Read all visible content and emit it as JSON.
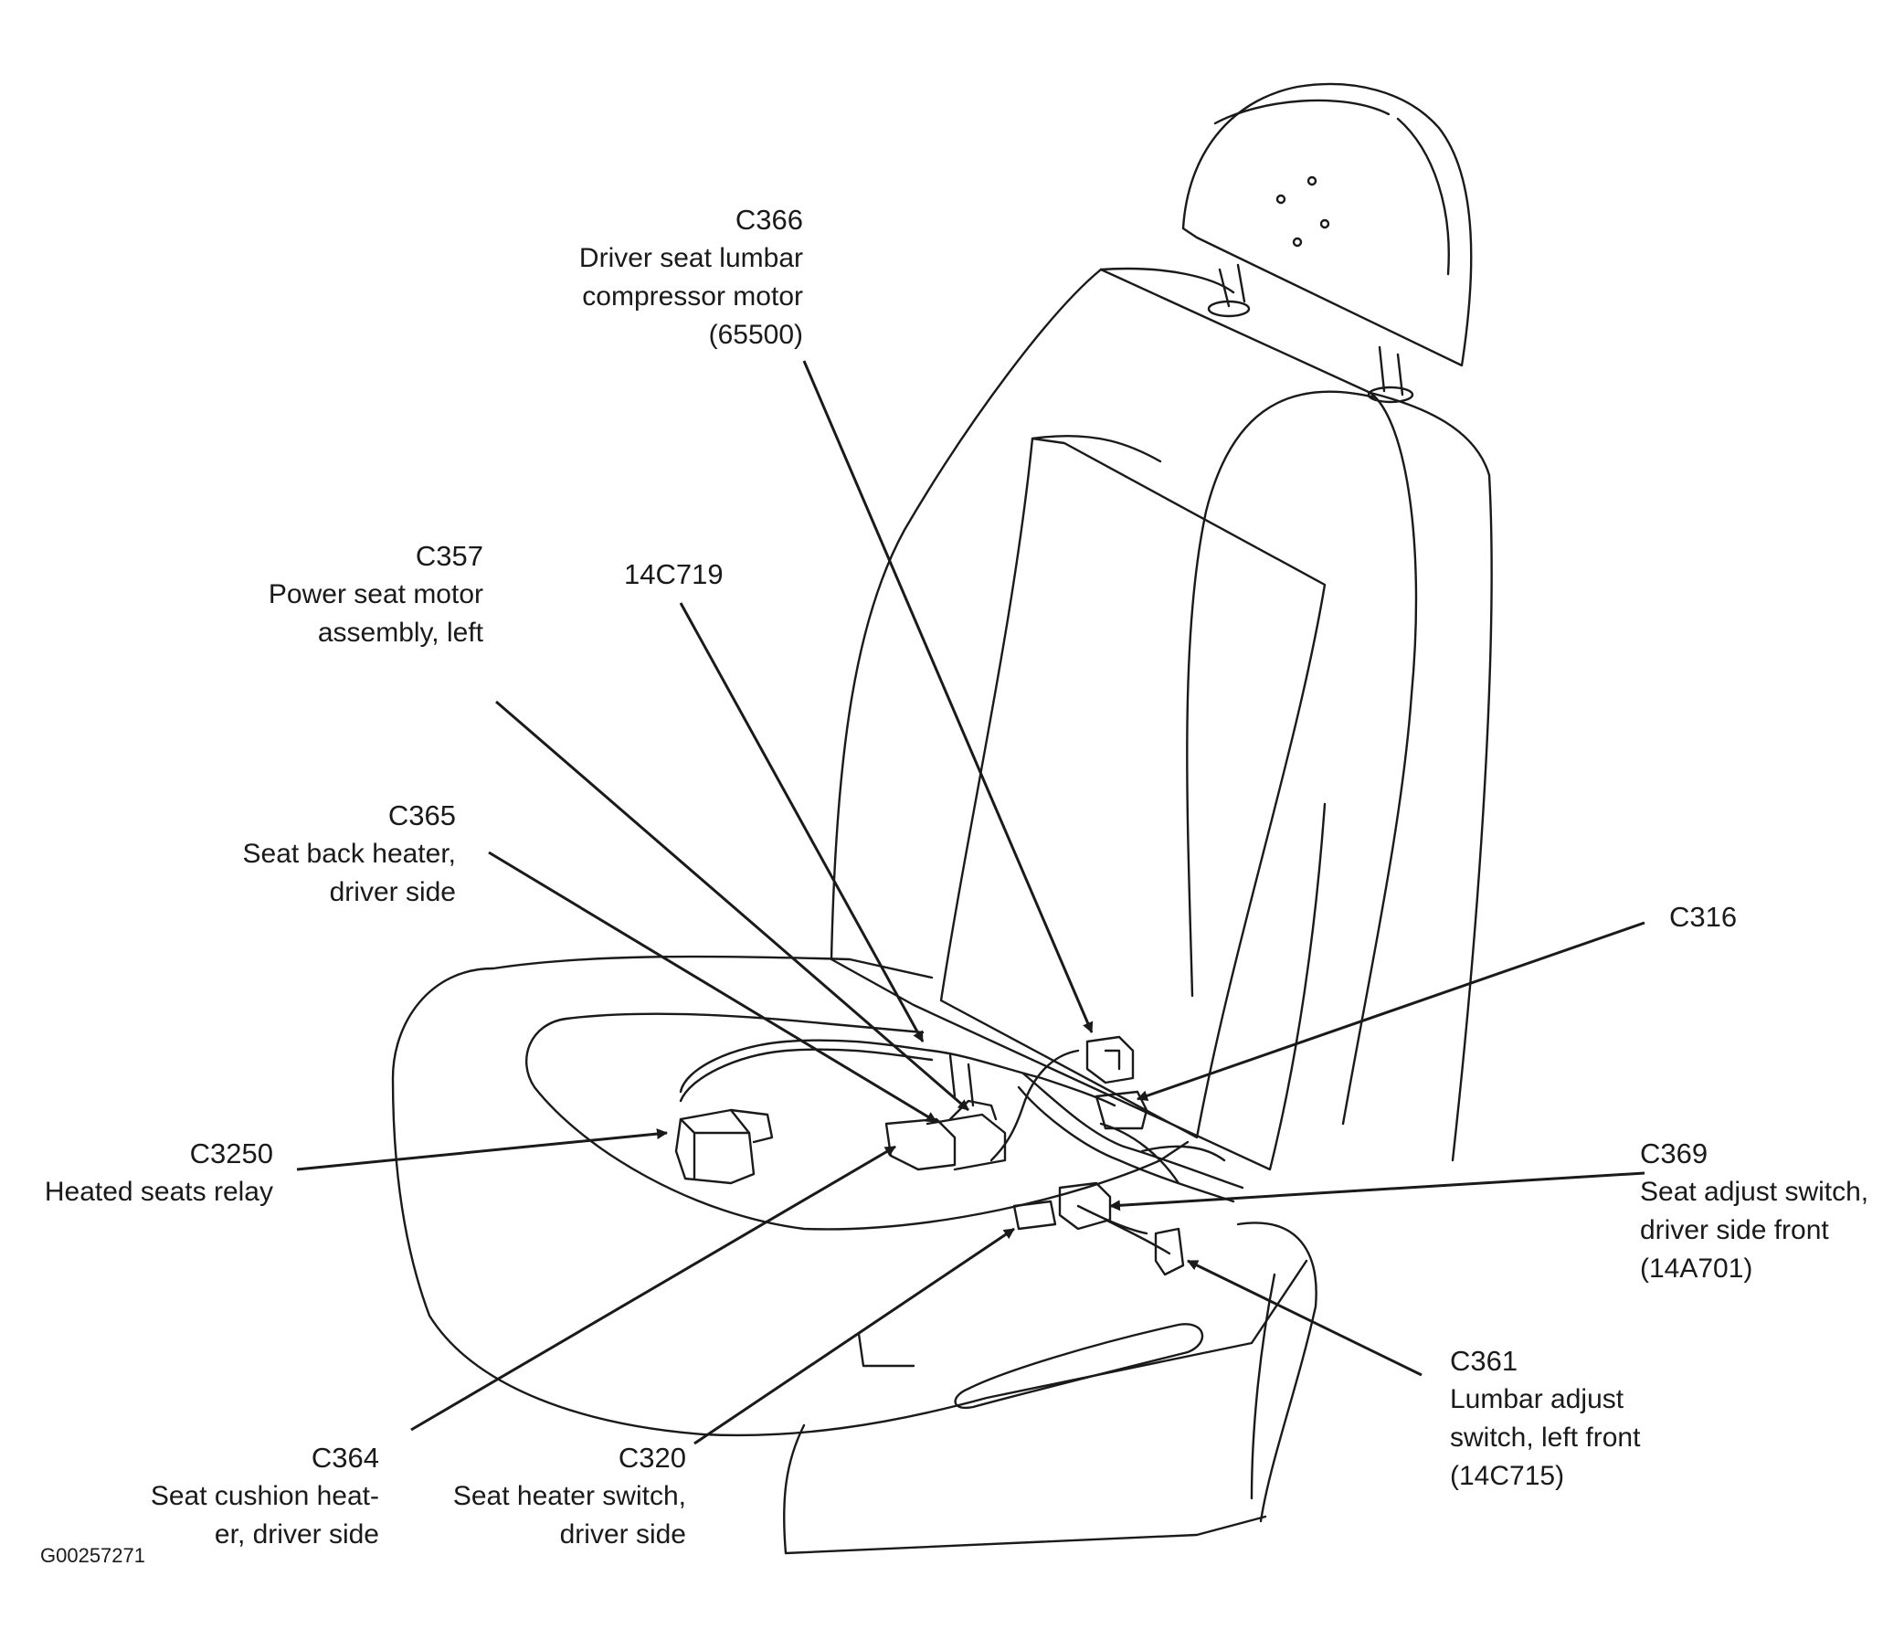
{
  "callouts": {
    "c366": {
      "code": "C366",
      "desc1": "Driver seat lumbar",
      "desc2": "compressor motor",
      "desc3": "(65500)"
    },
    "c357": {
      "code": "C357",
      "desc1": "Power seat motor",
      "desc2": "assembly, left"
    },
    "p14c719": {
      "code": "14C719"
    },
    "c365": {
      "code": "C365",
      "desc1": "Seat back heater,",
      "desc2": "driver side"
    },
    "c316": {
      "code": "C316"
    },
    "c3250": {
      "code": "C3250",
      "desc1": "Heated seats relay"
    },
    "c369": {
      "code": "C369",
      "desc1": "Seat adjust switch,",
      "desc2": "driver side front",
      "desc3": "(14A701)"
    },
    "c361": {
      "code": "C361",
      "desc1": "Lumbar adjust",
      "desc2": "switch, left front",
      "desc3": "(14C715)"
    },
    "c364": {
      "code": "C364",
      "desc1": "Seat cushion heat-",
      "desc2": "er, driver side"
    },
    "c320": {
      "code": "C320",
      "desc1": "Seat heater switch,",
      "desc2": "driver side"
    }
  },
  "figure_id": "G00257271",
  "colors": {
    "ink": "#1a1a1a",
    "background": "#ffffff"
  }
}
